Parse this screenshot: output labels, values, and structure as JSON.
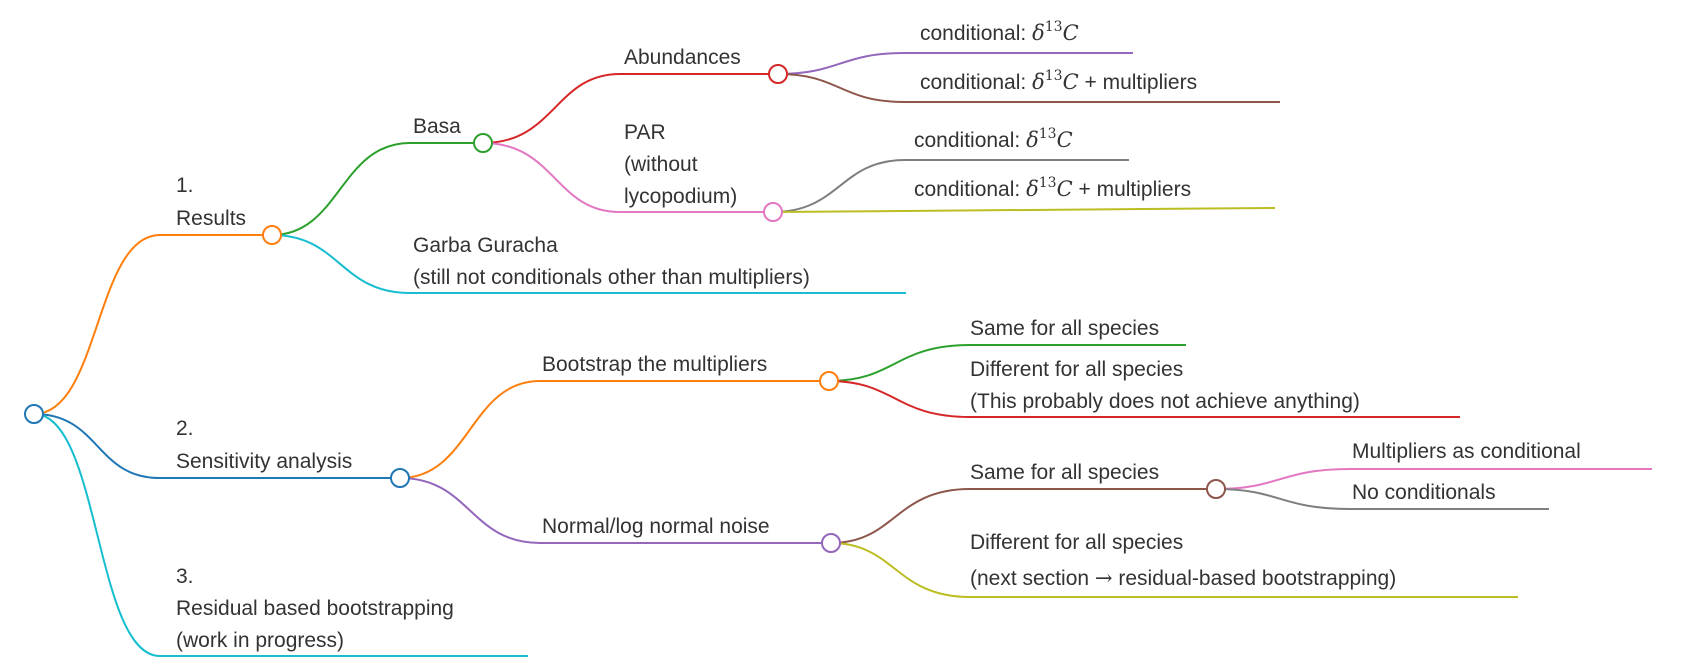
{
  "colors": {
    "blue": "#1f77b4",
    "orange": "#ff7f0e",
    "green": "#2ca02c",
    "red": "#d62728",
    "purple": "#9467bd",
    "brown": "#8c564b",
    "pink": "#e377c2",
    "gray": "#7f7f7f",
    "olive": "#bcbd22",
    "cyan": "#17becf"
  },
  "mindmap": {
    "results": {
      "line1": "1.",
      "line2": "Results",
      "basa": {
        "label": "Basa",
        "abundances": {
          "label": "Abundances",
          "leaf1": {
            "prefix": "conditional: ",
            "delta": "δ",
            "exp": "13",
            "var": "C",
            "suffix": ""
          },
          "leaf2": {
            "prefix": "conditional: ",
            "delta": "δ",
            "exp": "13",
            "var": "C",
            "suffix": " + multipliers"
          }
        },
        "par": {
          "line1": "PAR",
          "line2": "(without",
          "line3": "lycopodium)",
          "leaf1": {
            "prefix": "conditional: ",
            "delta": "δ",
            "exp": "13",
            "var": "C",
            "suffix": ""
          },
          "leaf2": {
            "prefix": "conditional: ",
            "delta": "δ",
            "exp": "13",
            "var": "C",
            "suffix": " + multipliers"
          }
        }
      },
      "garba": {
        "line1": "Garba Guracha",
        "line2": "(still not conditionals other than multipliers)"
      }
    },
    "sensitivity": {
      "line1": "2.",
      "line2": "Sensitivity analysis",
      "bootstrap": {
        "label": "Bootstrap the multipliers",
        "same": "Same for all species",
        "different_line1": "Different for all species",
        "different_line2": "(This probably does not achieve anything)"
      },
      "noise": {
        "label": "Normal/log normal noise",
        "same": {
          "label": "Same for all species",
          "leaf1": "Multipliers as conditional",
          "leaf2": "No conditionals"
        },
        "different": {
          "line1": "Different for all species",
          "line2_prefix": "(next section ",
          "arrow": "→",
          "line2_suffix": " residual-based bootstrapping)"
        }
      }
    },
    "residual": {
      "line1": "3.",
      "line2": "Residual based bootstrapping",
      "line3": "(work in progress)"
    }
  }
}
